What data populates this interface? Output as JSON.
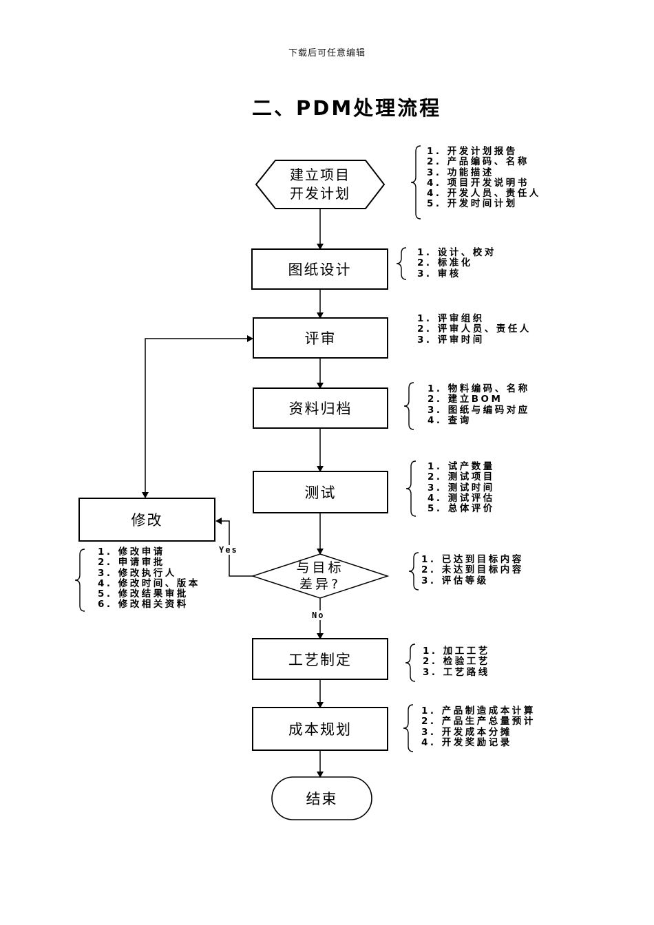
{
  "page": {
    "header_note": "下载后可任意编辑",
    "title": "二、PDM处理流程"
  },
  "flow": {
    "start": {
      "line1": "建立项目",
      "line2": "开发计划"
    },
    "design": {
      "label": "图纸设计"
    },
    "review": {
      "label": "评审"
    },
    "archive": {
      "label": "资料归档"
    },
    "test": {
      "label": "测试"
    },
    "modify": {
      "label": "修改"
    },
    "decision": {
      "line1": "与目标",
      "line2": "差异?"
    },
    "process": {
      "label": "工艺制定"
    },
    "cost": {
      "label": "成本规划"
    },
    "end": {
      "label": "结束"
    },
    "branch_yes": "Yes",
    "branch_no": "No"
  },
  "annotations": {
    "start": {
      "items": [
        "1. 开发计划报告",
        "2. 产品编码、名称",
        "3. 功能描述",
        "4. 项目开发说明书",
        "4. 开发人员、责任人",
        "5. 开发时间计划"
      ]
    },
    "design": {
      "items": [
        "1. 设计、校对",
        "2. 标准化",
        "3. 审核"
      ]
    },
    "review": {
      "items": [
        "1. 评审组织",
        "2. 评审人员、责任人",
        "3. 评审时间"
      ]
    },
    "archive": {
      "items": [
        "1. 物料编码、名称",
        "2. 建立BOM",
        "3. 图纸与编码对应",
        "4. 查询"
      ]
    },
    "test": {
      "items": [
        "1. 试产数量",
        "2. 测试项目",
        "3. 测试时间",
        "4. 测试评估",
        "5. 总体评价"
      ]
    },
    "modify": {
      "items": [
        "1. 修改申请",
        "2. 申请审批",
        "3. 修改执行人",
        "4. 修改时间、版本",
        "5. 修改结果审批",
        "6. 修改相关资料"
      ]
    },
    "decision": {
      "items": [
        "1. 已达到目标内容",
        "2. 未达到目标内容",
        "3. 评估等级"
      ]
    },
    "process": {
      "items": [
        "1. 加工工艺",
        "2. 检验工艺",
        "3. 工艺路线"
      ]
    },
    "cost": {
      "items": [
        "1. 产品制造成本计算",
        "2. 产品生产总量预计",
        "3. 开发成本分摊",
        "4. 开发奖励记录"
      ]
    }
  },
  "colors": {
    "ink": "#000000",
    "background": "#ffffff"
  }
}
